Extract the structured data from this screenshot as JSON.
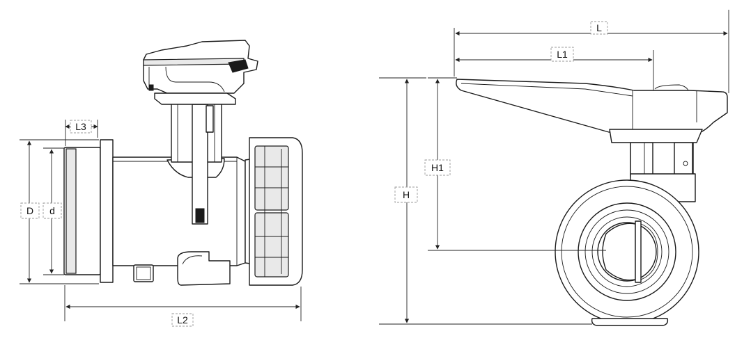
{
  "labels": {
    "L3": "L3",
    "D": "D",
    "d": "d",
    "L2": "L2",
    "L": "L",
    "L1": "L1",
    "H1": "H1",
    "H": "H"
  }
}
